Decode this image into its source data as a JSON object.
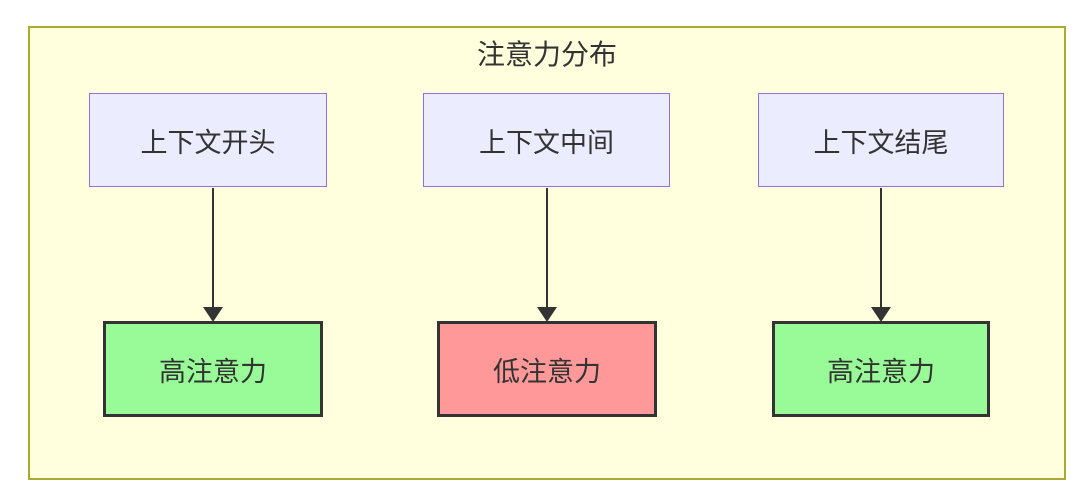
{
  "diagram": {
    "title": "注意力分布",
    "columns": [
      {
        "source": "上下文开头",
        "result": "高注意力",
        "level": "high"
      },
      {
        "source": "上下文中间",
        "result": "低注意力",
        "level": "low"
      },
      {
        "source": "上下文结尾",
        "result": "高注意力",
        "level": "high"
      }
    ],
    "colors": {
      "frame_background": "#ffffde",
      "frame_border": "#aaaa33",
      "source_node_background": "#ECECFF",
      "source_node_border": "#9370DB",
      "high_attention_background": "#98FB98",
      "low_attention_background": "#FF9999",
      "result_node_border": "#333333",
      "arrow": "#333333",
      "text": "#333333"
    }
  }
}
